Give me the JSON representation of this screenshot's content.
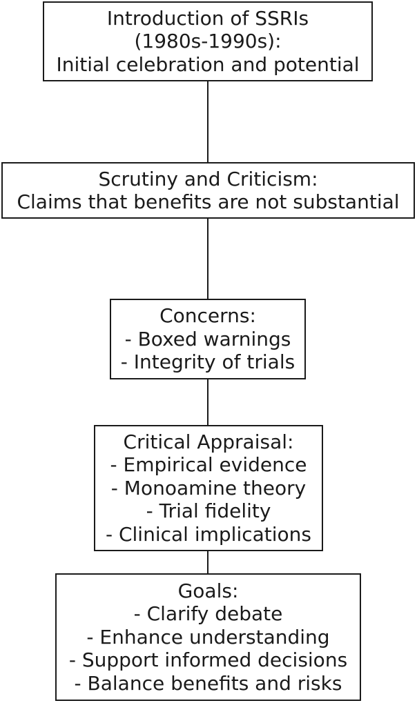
{
  "nodes": [
    {
      "id": "ssri-intro",
      "lines": [
        "Introduction of SSRIs",
        "(1980s-1990s):",
        "Initial celebration and potential"
      ]
    },
    {
      "id": "scrutiny",
      "lines": [
        "Scrutiny and Criticism:",
        "Claims that benefits are not substantial"
      ]
    },
    {
      "id": "concerns",
      "lines": [
        "Concerns:",
        "- Boxed warnings",
        "- Integrity of trials"
      ]
    },
    {
      "id": "appraisal",
      "lines": [
        "Critical Appraisal:",
        "- Empirical evidence",
        "- Monoamine theory",
        "- Trial fidelity",
        "- Clinical implications"
      ]
    },
    {
      "id": "goals",
      "lines": [
        "Goals:",
        "- Clarify debate",
        "- Enhance understanding",
        "- Support informed decisions",
        "- Balance benefits and risks"
      ]
    }
  ],
  "edges": [
    {
      "from": "ssri-intro",
      "to": "scrutiny"
    },
    {
      "from": "scrutiny",
      "to": "concerns"
    },
    {
      "from": "concerns",
      "to": "appraisal"
    },
    {
      "from": "appraisal",
      "to": "goals"
    }
  ]
}
